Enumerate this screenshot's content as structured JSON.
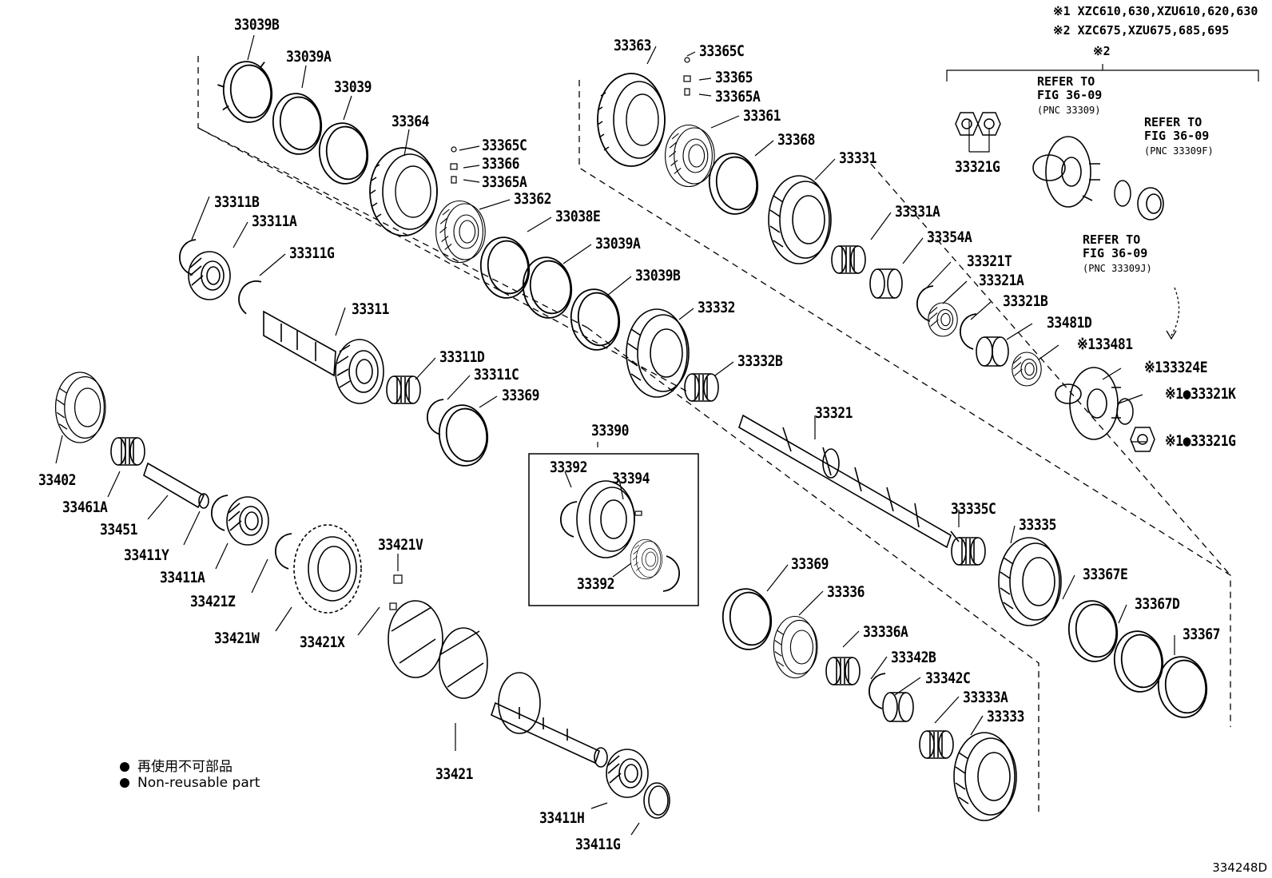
{
  "notes": {
    "note1": "※1 XZC610,630,XZU610,620,630",
    "note2": "※2 XZC675,XZU675,685,695",
    "bracket_mark": "※2",
    "refer1_line1": "REFER TO",
    "refer1_line2": "FIG 36-09",
    "refer1_line3": "(PNC 33309)",
    "refer2_line1": "REFER TO",
    "refer2_line2": "FIG 36-09",
    "refer2_line3": "(PNC 33309F)",
    "refer3_line1": "REFER TO",
    "refer3_line2": "FIG 36-09",
    "refer3_line3": "(PNC 33309J)"
  },
  "legend": {
    "jp": "再使用不可部品",
    "en": "Non-reusable part"
  },
  "figure_id": "334248D",
  "labels": {
    "33039B_a": "33039B",
    "33039A_a": "33039A",
    "33039": "33039",
    "33364": "33364",
    "33365C_a": "33365C",
    "33366": "33366",
    "33365A_a": "33365A",
    "33362": "33362",
    "33038E": "33038E",
    "33039A_b": "33039A",
    "33039B_b": "33039B",
    "33332": "33332",
    "33332B": "33332B",
    "33311B": "33311B",
    "33311A": "33311A",
    "33311G": "33311G",
    "33311": "33311",
    "33311D": "33311D",
    "33311C": "33311C",
    "33369_a": "33369",
    "33363": "33363",
    "33365C_b": "33365C",
    "33365": "33365",
    "33365A_b": "33365A",
    "33361": "33361",
    "33368": "33368",
    "33331": "33331",
    "33331A": "33331A",
    "33354A": "33354A",
    "33321T": "33321T",
    "33321A": "33321A",
    "33321B": "33321B",
    "33481D": "33481D",
    "33481": "※133481",
    "33321G_a": "33321G",
    "33324E": "※133324E",
    "33321K": "※1●33321K",
    "33321G_b": "※1●33321G",
    "33321": "33321",
    "33335C": "33335C",
    "33335": "33335",
    "33367E": "33367E",
    "33367D": "33367D",
    "33367": "33367",
    "33390": "33390",
    "33392_a": "33392",
    "33394": "33394",
    "33392_b": "33392",
    "33402": "33402",
    "33461A": "33461A",
    "33451": "33451",
    "33411Y": "33411Y",
    "33411A": "33411A",
    "33421Z": "33421Z",
    "33421W": "33421W",
    "33421V": "33421V",
    "33421X": "33421X",
    "33421": "33421",
    "33411H": "33411H",
    "33411G": "33411G",
    "33369_b": "33369",
    "33336": "33336",
    "33336A": "33336A",
    "33342B": "33342B",
    "33342C": "33342C",
    "33333A": "33333A",
    "33333": "33333"
  }
}
